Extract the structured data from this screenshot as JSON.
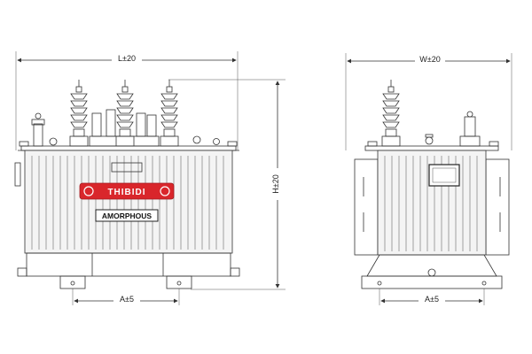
{
  "front_view": {
    "length_label": "L±20",
    "height_label": "H±20",
    "base_label": "A±5",
    "brand_logo_text": "THIBIDI",
    "nameplate_text": "AMORPHOUS"
  },
  "side_view": {
    "width_label": "W±20",
    "base_label": "A±5"
  },
  "colors": {
    "brand_red": "#d9262b",
    "line": "#333333"
  }
}
